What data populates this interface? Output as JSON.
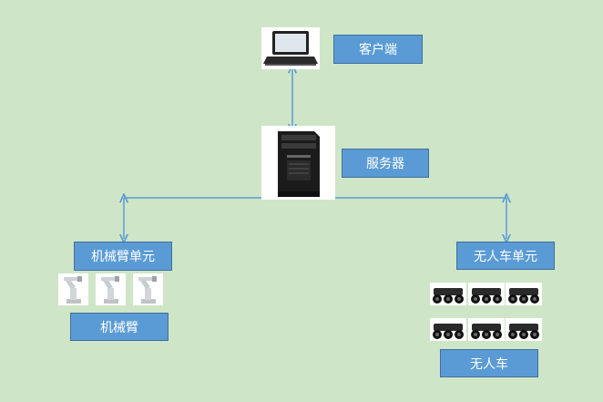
{
  "diagram": {
    "client_label": "客户端",
    "server_label": "服务器",
    "arm_unit_label": "机械臂单元",
    "arm_label": "机械臂",
    "vehicle_unit_label": "无人车单元",
    "vehicle_label": "无人车"
  },
  "colors": {
    "background": "#cfe5c8",
    "label_fill": "#5b9bd5",
    "label_border": "#41719c",
    "connector": "#5b9bd5"
  },
  "icons": {
    "client": "laptop-icon",
    "server": "server-tower-icon",
    "arm": "robot-arm-icon",
    "vehicle": "unmanned-vehicle-icon"
  }
}
